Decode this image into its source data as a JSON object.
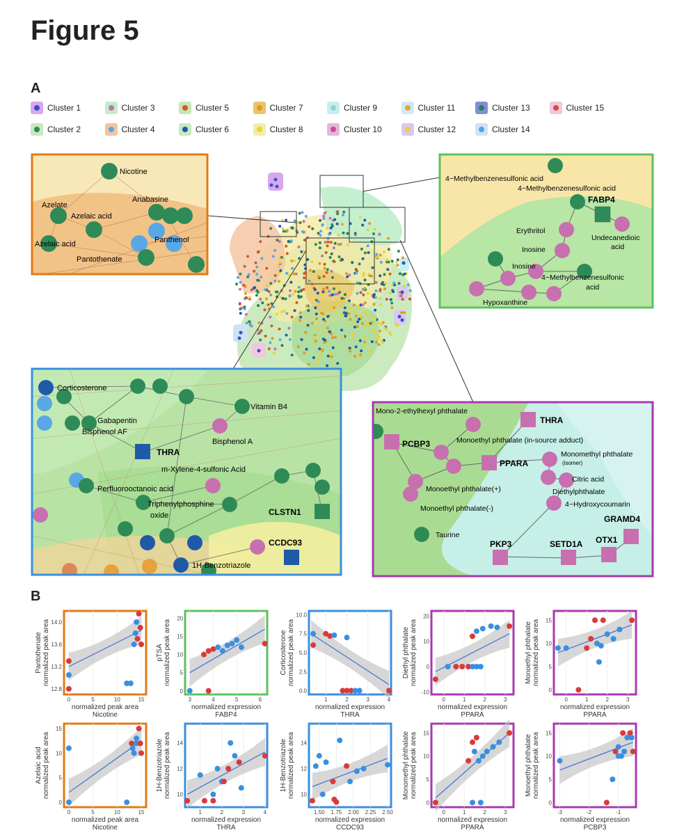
{
  "figure_title": "Figure 5",
  "panel_a_label": "A",
  "panel_b_label": "B",
  "legend": [
    {
      "label": "Cluster 1",
      "bg": "#d9a6f0",
      "dot": "#3a4fc6"
    },
    {
      "label": "Cluster 2",
      "bg": "#c9e7c0",
      "dot": "#2e8b57"
    },
    {
      "label": "Cluster 3",
      "bg": "#bfeecb",
      "dot": "#c86fb0"
    },
    {
      "label": "Cluster 4",
      "bg": "#f5c3a0",
      "dot": "#5aa7e6"
    },
    {
      "label": "Cluster 5",
      "bg": "#c5e6b5",
      "dot": "#d4572a"
    },
    {
      "label": "Cluster 6",
      "bg": "#c8e8c0",
      "dot": "#1f5aa8"
    },
    {
      "label": "Cluster 7",
      "bg": "#e9c56a",
      "dot": "#e39a1e"
    },
    {
      "label": "Cluster 8",
      "bg": "#f3ecaa",
      "dot": "#e8d23c"
    },
    {
      "label": "Cluster 9",
      "bg": "#c5efef",
      "dot": "#8fd6cc"
    },
    {
      "label": "Cluster 10",
      "bg": "#e7b6d6",
      "dot": "#c94a9c"
    },
    {
      "label": "Cluster 11",
      "bg": "#cfe9f5",
      "dot": "#e8a23c"
    },
    {
      "label": "Cluster 12",
      "bg": "#d7c9f2",
      "dot": "#e8d23c"
    },
    {
      "label": "Cluster 13",
      "bg": "#7f8fd6",
      "dot": "#2f7a5e"
    },
    {
      "label": "Cluster 14",
      "bg": "#cfe2f5",
      "dot": "#5a9ee8"
    },
    {
      "label": "Cluster 15",
      "bg": "#f1c6e0",
      "dot": "#d94a3a"
    }
  ],
  "insets": {
    "orange": {
      "labels": [
        "Nicotine",
        "Azelate",
        "Azelaic acid",
        "Anabasine",
        "Azelaic acid",
        "Panthenol",
        "Pantothenate"
      ]
    },
    "green": {
      "labels": [
        "4−Methylbenzenesulfonic acid",
        "4−Methylbenzenesulfonic acid",
        "FABP4",
        "Erythritol",
        "Undecanedioic",
        "acid",
        "Inosine",
        "Inosine",
        "4−Methylbenzenesulfonic",
        "acid",
        "Hypoxanthine"
      ]
    },
    "blue": {
      "labels": [
        "Corticosterone",
        "Vitamin B4",
        "Gabapentin",
        "Bisphenol AF",
        "Bisphenol A",
        "THRA",
        "m-Xylene-4-sulfonic Acid",
        "Perfluorooctanoic acid",
        "Triphenylphosphine",
        "oxide",
        "CLSTN1",
        "CCDC93",
        "1H-Benzotriazole"
      ]
    },
    "purple": {
      "labels": [
        "Mono-2-ethylhexyl phthalate",
        "THRA",
        "PCBP3",
        "Monoethyl phthalate (in-source adduct)",
        "Monomethyl phthalate",
        "(isomer)",
        "PPARA",
        "Citric acid",
        "Diethylphthalate",
        "Monoethyl phthalate(+)",
        "4−Hydroxycoumarin",
        "Monoethyl phthalate(-)",
        "GRAMD4",
        "Taurine",
        "PKP3",
        "SETD1A",
        "OTX1"
      ]
    }
  },
  "chart_data": [
    {
      "type": "scatter",
      "ylabel": "Pantothenate\nnormalized peak area",
      "xlabel": "normalized peak area\nNicotine",
      "xticks": [
        0,
        5,
        10,
        15
      ],
      "yticks": [
        "12.8",
        "13.2",
        "13.6",
        "14.0"
      ],
      "xlim": [
        -1,
        16
      ],
      "ylim": [
        12.7,
        14.2
      ],
      "points": [
        {
          "x": 0,
          "y": 12.8,
          "c": "#d73b3b"
        },
        {
          "x": 0,
          "y": 13.3,
          "c": "#d73b3b"
        },
        {
          "x": 0,
          "y": 13.05,
          "c": "#3a8fe0"
        },
        {
          "x": 12,
          "y": 12.9,
          "c": "#3a8fe0"
        },
        {
          "x": 12.8,
          "y": 12.9,
          "c": "#3a8fe0"
        },
        {
          "x": 13.5,
          "y": 13.6,
          "c": "#3a8fe0"
        },
        {
          "x": 13.8,
          "y": 13.8,
          "c": "#3a8fe0"
        },
        {
          "x": 14,
          "y": 14.0,
          "c": "#3a8fe0"
        },
        {
          "x": 14.5,
          "y": 14.15,
          "c": "#d73b3b"
        },
        {
          "x": 14.8,
          "y": 13.9,
          "c": "#d73b3b"
        },
        {
          "x": 15,
          "y": 13.6,
          "c": "#d73b3b"
        },
        {
          "x": 14.2,
          "y": 13.7,
          "c": "#d73b3b"
        }
      ],
      "fit": [
        [
          0,
          13.2
        ],
        [
          15,
          13.85
        ]
      ],
      "border": "#e07a1a"
    },
    {
      "type": "scatter",
      "ylabel": "pTSA\nnormalized peak area",
      "xlabel": "normalized expression\nFABP4",
      "xticks": [
        3,
        4,
        5,
        6
      ],
      "yticks": [
        "0",
        "5",
        "10",
        "15",
        "20"
      ],
      "xlim": [
        2.8,
        6.3
      ],
      "ylim": [
        -1,
        22
      ],
      "points": [
        {
          "x": 3,
          "y": 0,
          "c": "#3a8fe0"
        },
        {
          "x": 3.8,
          "y": 0,
          "c": "#d73b3b"
        },
        {
          "x": 3.6,
          "y": 10,
          "c": "#d73b3b"
        },
        {
          "x": 3.8,
          "y": 11,
          "c": "#d73b3b"
        },
        {
          "x": 4,
          "y": 11.5,
          "c": "#d73b3b"
        },
        {
          "x": 4.2,
          "y": 12,
          "c": "#3a8fe0"
        },
        {
          "x": 4.4,
          "y": 11,
          "c": "#3a8fe0"
        },
        {
          "x": 4.6,
          "y": 12.5,
          "c": "#3a8fe0"
        },
        {
          "x": 4.8,
          "y": 13,
          "c": "#3a8fe0"
        },
        {
          "x": 5,
          "y": 14,
          "c": "#3a8fe0"
        },
        {
          "x": 5.2,
          "y": 12,
          "c": "#3a8fe0"
        },
        {
          "x": 6.2,
          "y": 13,
          "c": "#d73b3b"
        }
      ],
      "fit": [
        [
          3,
          5
        ],
        [
          6.2,
          17
        ]
      ],
      "border": "#5cc25c"
    },
    {
      "type": "scatter",
      "ylabel": "Corticosterone\nnormalized peak area",
      "xlabel": "normalized expression\nTHRA",
      "xticks": [
        1,
        2,
        3,
        4
      ],
      "yticks": [
        "0.0",
        "2.5",
        "5.0",
        "7.5",
        "10.0"
      ],
      "xlim": [
        0.2,
        4.1
      ],
      "ylim": [
        -0.5,
        10.5
      ],
      "points": [
        {
          "x": 0.4,
          "y": 7.5,
          "c": "#3a8fe0"
        },
        {
          "x": 1,
          "y": 7.5,
          "c": "#d73b3b"
        },
        {
          "x": 1.2,
          "y": 7.2,
          "c": "#d73b3b"
        },
        {
          "x": 1.4,
          "y": 7.3,
          "c": "#3a8fe0"
        },
        {
          "x": 1.8,
          "y": 0,
          "c": "#d73b3b"
        },
        {
          "x": 2,
          "y": 0,
          "c": "#d73b3b"
        },
        {
          "x": 2.2,
          "y": 0,
          "c": "#d73b3b"
        },
        {
          "x": 2.4,
          "y": 0,
          "c": "#3a8fe0"
        },
        {
          "x": 2.6,
          "y": 0,
          "c": "#3a8fe0"
        },
        {
          "x": 2,
          "y": 7,
          "c": "#3a8fe0"
        },
        {
          "x": 0.4,
          "y": 6,
          "c": "#d73b3b"
        },
        {
          "x": 4,
          "y": 0,
          "c": "#d73b3b"
        }
      ],
      "fit": [
        [
          0.3,
          7.5
        ],
        [
          4,
          0.8
        ]
      ],
      "border": "#3a8fe0"
    },
    {
      "type": "scatter",
      "ylabel": "Diethyl phthalate\nnormalized peak area",
      "xlabel": "normalized expression\nPPARA",
      "xticks": [
        0,
        1,
        2,
        3
      ],
      "yticks": [
        "-10",
        "0",
        "10",
        "20"
      ],
      "xlim": [
        -0.6,
        3.4
      ],
      "ylim": [
        -11,
        22
      ],
      "points": [
        {
          "x": -0.4,
          "y": -5,
          "c": "#d73b3b"
        },
        {
          "x": 0.2,
          "y": 0,
          "c": "#3a8fe0"
        },
        {
          "x": 0.6,
          "y": 0,
          "c": "#d73b3b"
        },
        {
          "x": 0.9,
          "y": 0,
          "c": "#d73b3b"
        },
        {
          "x": 1.2,
          "y": 0,
          "c": "#d73b3b"
        },
        {
          "x": 1.4,
          "y": 0,
          "c": "#3a8fe0"
        },
        {
          "x": 1.6,
          "y": 0,
          "c": "#3a8fe0"
        },
        {
          "x": 1.8,
          "y": 0,
          "c": "#3a8fe0"
        },
        {
          "x": 1.4,
          "y": 12,
          "c": "#d73b3b"
        },
        {
          "x": 1.6,
          "y": 14,
          "c": "#3a8fe0"
        },
        {
          "x": 1.9,
          "y": 15,
          "c": "#3a8fe0"
        },
        {
          "x": 2.3,
          "y": 16,
          "c": "#3a8fe0"
        },
        {
          "x": 2.6,
          "y": 15.5,
          "c": "#3a8fe0"
        },
        {
          "x": 3.2,
          "y": 16,
          "c": "#d73b3b"
        }
      ],
      "fit": [
        [
          -0.4,
          -2
        ],
        [
          3.2,
          13
        ]
      ],
      "border": "#a838b0"
    },
    {
      "type": "scatter",
      "ylabel": "Monoethyl phthalate\nnormalized peak area",
      "xlabel": "normalized expression\nPPARA",
      "xticks": [
        0,
        1,
        2,
        3
      ],
      "yticks": [
        "0",
        "5",
        "10",
        "15"
      ],
      "xlim": [
        -0.6,
        3.4
      ],
      "ylim": [
        -1,
        17
      ],
      "points": [
        {
          "x": -0.4,
          "y": 9,
          "c": "#3a8fe0"
        },
        {
          "x": 0,
          "y": 9,
          "c": "#3a8fe0"
        },
        {
          "x": 0.6,
          "y": 0,
          "c": "#d73b3b"
        },
        {
          "x": 1,
          "y": 9,
          "c": "#d73b3b"
        },
        {
          "x": 1.2,
          "y": 11,
          "c": "#d73b3b"
        },
        {
          "x": 1.4,
          "y": 15,
          "c": "#d73b3b"
        },
        {
          "x": 1.5,
          "y": 10,
          "c": "#3a8fe0"
        },
        {
          "x": 1.7,
          "y": 9.5,
          "c": "#3a8fe0"
        },
        {
          "x": 1.6,
          "y": 6,
          "c": "#3a8fe0"
        },
        {
          "x": 1.8,
          "y": 15,
          "c": "#d73b3b"
        },
        {
          "x": 2,
          "y": 12,
          "c": "#3a8fe0"
        },
        {
          "x": 2.3,
          "y": 11,
          "c": "#3a8fe0"
        },
        {
          "x": 2.6,
          "y": 13,
          "c": "#3a8fe0"
        },
        {
          "x": 3.2,
          "y": 15,
          "c": "#d73b3b"
        }
      ],
      "fit": [
        [
          -0.4,
          8
        ],
        [
          3.2,
          14
        ]
      ],
      "border": "#a838b0"
    },
    {
      "type": "scatter",
      "ylabel": "Azelaic acid\nnormalized peak area",
      "xlabel": "normalized peak area\nNicotine",
      "xticks": [
        0,
        5,
        10,
        15
      ],
      "yticks": [
        "0",
        "5",
        "10",
        "15"
      ],
      "xlim": [
        -1,
        16
      ],
      "ylim": [
        -1,
        16
      ],
      "points": [
        {
          "x": 0,
          "y": 0,
          "c": "#3a8fe0"
        },
        {
          "x": 0,
          "y": 11,
          "c": "#3a8fe0"
        },
        {
          "x": 12,
          "y": 0,
          "c": "#3a8fe0"
        },
        {
          "x": 13,
          "y": 12,
          "c": "#d73b3b"
        },
        {
          "x": 13.5,
          "y": 10,
          "c": "#3a8fe0"
        },
        {
          "x": 14,
          "y": 12,
          "c": "#3a8fe0"
        },
        {
          "x": 14,
          "y": 13,
          "c": "#3a8fe0"
        },
        {
          "x": 14.5,
          "y": 15,
          "c": "#d73b3b"
        },
        {
          "x": 14.8,
          "y": 12,
          "c": "#d73b3b"
        },
        {
          "x": 15,
          "y": 10,
          "c": "#d73b3b"
        },
        {
          "x": 13.2,
          "y": 11,
          "c": "#3a8fe0"
        }
      ],
      "fit": [
        [
          0,
          2
        ],
        [
          15,
          12.5
        ]
      ],
      "border": "#e07a1a"
    },
    {
      "type": "scatter",
      "ylabel": "1H-Benzotriazole\nnormalized peak area",
      "xlabel": "normalized expression\nTHRA",
      "xticks": [
        1,
        2,
        3,
        4
      ],
      "yticks": [
        "10",
        "12",
        "14"
      ],
      "xlim": [
        0.3,
        4.1
      ],
      "ylim": [
        9,
        15.5
      ],
      "points": [
        {
          "x": 0.4,
          "y": 9.5,
          "c": "#d73b3b"
        },
        {
          "x": 1,
          "y": 11.5,
          "c": "#3a8fe0"
        },
        {
          "x": 1.2,
          "y": 9.5,
          "c": "#d73b3b"
        },
        {
          "x": 1.6,
          "y": 10,
          "c": "#3a8fe0"
        },
        {
          "x": 1.8,
          "y": 12,
          "c": "#3a8fe0"
        },
        {
          "x": 2,
          "y": 11,
          "c": "#3a8fe0"
        },
        {
          "x": 2.1,
          "y": 11,
          "c": "#d73b3b"
        },
        {
          "x": 2.3,
          "y": 12,
          "c": "#d73b3b"
        },
        {
          "x": 2.4,
          "y": 14,
          "c": "#3a8fe0"
        },
        {
          "x": 2.6,
          "y": 13,
          "c": "#3a8fe0"
        },
        {
          "x": 2.8,
          "y": 12.5,
          "c": "#d73b3b"
        },
        {
          "x": 2.9,
          "y": 10.5,
          "c": "#3a8fe0"
        },
        {
          "x": 1.6,
          "y": 9.5,
          "c": "#d73b3b"
        },
        {
          "x": 4,
          "y": 13,
          "c": "#d73b3b"
        }
      ],
      "fit": [
        [
          0.4,
          10
        ],
        [
          4,
          13.3
        ]
      ],
      "border": "#3a8fe0"
    },
    {
      "type": "scatter",
      "ylabel": "1H-Benzotriazole\nnormalized peak area",
      "xlabel": "normalized expression\nCCDC93",
      "xticks": [
        "1.50",
        "1.75",
        "2.00",
        "2.25",
        "2.50"
      ],
      "xticksVal": [
        1.5,
        1.75,
        2,
        2.25,
        2.5
      ],
      "yticks": [
        "10",
        "12",
        "14"
      ],
      "xlim": [
        1.35,
        2.55
      ],
      "ylim": [
        9,
        15.5
      ],
      "points": [
        {
          "x": 1.4,
          "y": 9.5,
          "c": "#d73b3b"
        },
        {
          "x": 1.5,
          "y": 13,
          "c": "#3a8fe0"
        },
        {
          "x": 1.55,
          "y": 10,
          "c": "#3a8fe0"
        },
        {
          "x": 1.6,
          "y": 12.5,
          "c": "#3a8fe0"
        },
        {
          "x": 1.7,
          "y": 11,
          "c": "#d73b3b"
        },
        {
          "x": 1.72,
          "y": 9.6,
          "c": "#d73b3b"
        },
        {
          "x": 1.75,
          "y": 9.4,
          "c": "#d73b3b"
        },
        {
          "x": 1.8,
          "y": 14.2,
          "c": "#3a8fe0"
        },
        {
          "x": 1.9,
          "y": 12.2,
          "c": "#d73b3b"
        },
        {
          "x": 1.95,
          "y": 11,
          "c": "#3a8fe0"
        },
        {
          "x": 2.05,
          "y": 11.8,
          "c": "#3a8fe0"
        },
        {
          "x": 2.15,
          "y": 12,
          "c": "#3a8fe0"
        },
        {
          "x": 2.5,
          "y": 12.3,
          "c": "#3a8fe0"
        },
        {
          "x": 1.45,
          "y": 12.2,
          "c": "#3a8fe0"
        }
      ],
      "fit": [
        [
          1.4,
          10.6
        ],
        [
          2.5,
          12.8
        ]
      ],
      "border": "#3a8fe0"
    },
    {
      "type": "scatter",
      "ylabel": "Monomethyl phthalate\nnormalized peak area",
      "xlabel": "normalized expression\nPPARA",
      "xticks": [
        0,
        1,
        2,
        3
      ],
      "yticks": [
        "0",
        "5",
        "10",
        "15"
      ],
      "xlim": [
        -0.6,
        3.4
      ],
      "ylim": [
        -1,
        17
      ],
      "points": [
        {
          "x": -0.4,
          "y": 0,
          "c": "#d73b3b"
        },
        {
          "x": 1.4,
          "y": 0,
          "c": "#3a8fe0"
        },
        {
          "x": 1.8,
          "y": 0,
          "c": "#3a8fe0"
        },
        {
          "x": 1.4,
          "y": 13,
          "c": "#d73b3b"
        },
        {
          "x": 1.6,
          "y": 14,
          "c": "#d73b3b"
        },
        {
          "x": 1.5,
          "y": 11,
          "c": "#3a8fe0"
        },
        {
          "x": 1.7,
          "y": 9,
          "c": "#3a8fe0"
        },
        {
          "x": 1.9,
          "y": 10,
          "c": "#3a8fe0"
        },
        {
          "x": 2.1,
          "y": 11,
          "c": "#3a8fe0"
        },
        {
          "x": 2.4,
          "y": 12,
          "c": "#3a8fe0"
        },
        {
          "x": 2.7,
          "y": 13,
          "c": "#3a8fe0"
        },
        {
          "x": 1.2,
          "y": 9,
          "c": "#d73b3b"
        },
        {
          "x": 3.2,
          "y": 15,
          "c": "#d73b3b"
        }
      ],
      "fit": [
        [
          -0.4,
          1
        ],
        [
          3.2,
          15
        ]
      ],
      "border": "#a838b0"
    },
    {
      "type": "scatter",
      "ylabel": "Monoethyl phthalate\nnormalized peak area",
      "xlabel": "normalized expression\nPCBP3",
      "xticks": [
        "-3",
        "-2",
        "-1"
      ],
      "xticksVal": [
        -3,
        -2,
        -1
      ],
      "yticks": [
        "0",
        "5",
        "10",
        "15"
      ],
      "xlim": [
        -3.2,
        -0.4
      ],
      "ylim": [
        -1,
        17
      ],
      "points": [
        {
          "x": -3,
          "y": 9,
          "c": "#3a8fe0"
        },
        {
          "x": -1.4,
          "y": 0,
          "c": "#d73b3b"
        },
        {
          "x": -1.2,
          "y": 5,
          "c": "#3a8fe0"
        },
        {
          "x": -1.1,
          "y": 11,
          "c": "#d73b3b"
        },
        {
          "x": -1,
          "y": 10,
          "c": "#3a8fe0"
        },
        {
          "x": -0.9,
          "y": 10,
          "c": "#3a8fe0"
        },
        {
          "x": -0.8,
          "y": 11,
          "c": "#3a8fe0"
        },
        {
          "x": -1,
          "y": 12,
          "c": "#3a8fe0"
        },
        {
          "x": -0.7,
          "y": 14,
          "c": "#3a8fe0"
        },
        {
          "x": -0.6,
          "y": 15,
          "c": "#d73b3b"
        },
        {
          "x": -0.55,
          "y": 14,
          "c": "#3a8fe0"
        },
        {
          "x": -0.5,
          "y": 11,
          "c": "#d73b3b"
        },
        {
          "x": -0.85,
          "y": 15,
          "c": "#d73b3b"
        }
      ],
      "fit": [
        [
          -3,
          7
        ],
        [
          -0.5,
          13
        ]
      ],
      "border": "#a838b0"
    }
  ]
}
